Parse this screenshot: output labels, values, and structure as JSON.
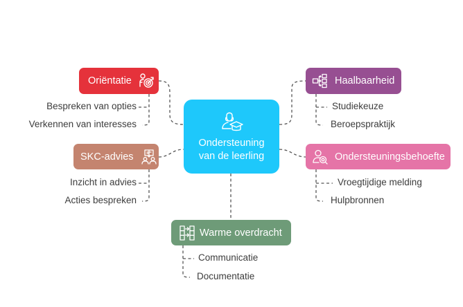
{
  "center": {
    "line1": "Ondersteuning",
    "line2": "van de leerling",
    "icon": "student-graduation-cap-icon",
    "color": "#1ec8fb"
  },
  "branches": [
    {
      "id": "orientatie",
      "label": "Oriëntatie",
      "icon": "person-target-icon",
      "color": "#e5323b",
      "children": [
        "Bespreken van opties",
        "Verkennen van interesses"
      ]
    },
    {
      "id": "skc-advies",
      "label": "SKC-advies",
      "icon": "people-advice-board-icon",
      "color": "#c4846f",
      "children": [
        "Inzicht in advies",
        "Acties bespreken"
      ]
    },
    {
      "id": "haalbaarheid",
      "label": "Haalbaarheid",
      "icon": "hierarchy-flow-icon",
      "color": "#974f92",
      "children": [
        "Studiekeuze",
        "Beroepspraktijk"
      ]
    },
    {
      "id": "ondersteuningsbehoefte",
      "label": "Ondersteuningsbehoefte",
      "icon": "person-search-icon",
      "color": "#e574a7",
      "children": [
        "Vroegtijdige melding",
        "Hulpbronnen"
      ]
    },
    {
      "id": "warme-overdracht",
      "label": "Warme overdracht",
      "icon": "transfer-columns-icon",
      "color": "#6e9b78",
      "children": [
        "Communicatie",
        "Documentatie"
      ]
    }
  ],
  "connector_color": "#555555"
}
